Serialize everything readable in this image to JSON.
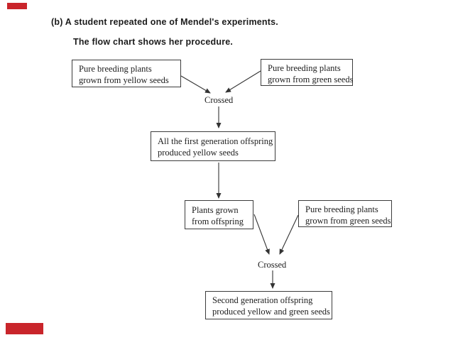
{
  "page": {
    "heading_line1": "(b) A student repeated one of Mendel's experiments.",
    "heading_line2": "The flow chart shows her procedure."
  },
  "flowchart": {
    "boxes": {
      "yellow_parents": {
        "line1": "Pure breeding plants",
        "line2": "grown from yellow seeds"
      },
      "green_parents_1": {
        "line1": "Pure breeding plants",
        "line2": "grown from green seeds"
      },
      "f1_offspring": {
        "line1": "All the first generation offspring",
        "line2": "produced yellow seeds"
      },
      "offspring_plants": {
        "line1": "Plants grown",
        "line2": "from offspring"
      },
      "green_parents_2": {
        "line1": "Pure breeding plants",
        "line2": "grown from green seeds"
      },
      "f2_offspring": {
        "line1": "Second generation offspring",
        "line2": "produced yellow and green seeds"
      }
    },
    "labels": {
      "crossed_1": "Crossed",
      "crossed_2": "Crossed"
    }
  },
  "decorations": {
    "accent_color": "#c9252b",
    "line_color": "#333333"
  }
}
